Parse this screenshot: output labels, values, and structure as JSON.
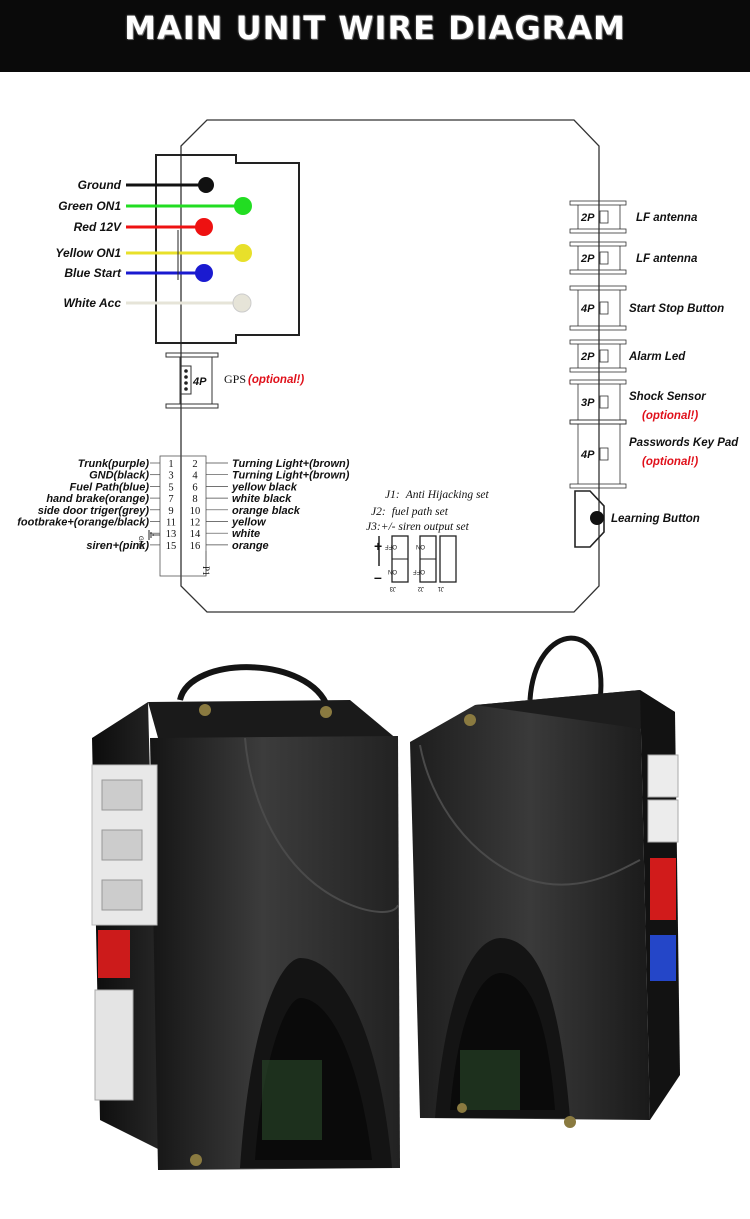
{
  "header": {
    "title": "MAIN UNIT WIRE DIAGRAM"
  },
  "colors": {
    "header_bg": "#0a0a0a",
    "optional_text": "#e0101a"
  },
  "main_connector": {
    "wires": [
      {
        "label": "Ground",
        "color": "#111111"
      },
      {
        "label": "Green ON1",
        "color": "#22dd22"
      },
      {
        "label": "Red 12V",
        "color": "#ee1111"
      },
      {
        "label": "Yellow ON1",
        "color": "#e8e02a"
      },
      {
        "label": "Blue Start",
        "color": "#1a1ad0"
      },
      {
        "label": "White Acc",
        "color": "#e6e4d8"
      }
    ]
  },
  "gps": {
    "pins": "4P",
    "label": "GPS",
    "optional": "(optional!)"
  },
  "right_ports": [
    {
      "pins": "2P",
      "label": "LF antenna",
      "optional": ""
    },
    {
      "pins": "2P",
      "label": "LF antenna",
      "optional": ""
    },
    {
      "pins": "4P",
      "label": "Start Stop Button",
      "optional": ""
    },
    {
      "pins": "2P",
      "label": "Alarm Led",
      "optional": ""
    },
    {
      "pins": "3P",
      "label": "Shock Sensor",
      "optional": "(optional!)"
    },
    {
      "pins": "4P",
      "label": "Passwords Key Pad",
      "optional": "(optional!)"
    }
  ],
  "learning_button": "Learning Button",
  "p1": {
    "name": "P1",
    "gnd_mark": "GND",
    "left": [
      {
        "label": "Trunk(purple)",
        "num": "1"
      },
      {
        "label": "GND(black)",
        "num": "3"
      },
      {
        "label": "Fuel Path(blue)",
        "num": "5"
      },
      {
        "label": "hand brake(orange)",
        "num": "7"
      },
      {
        "label": "side door triger(grey)",
        "num": "9"
      },
      {
        "label": "footbrake+(orange/black)",
        "num": "11"
      },
      {
        "label": "",
        "num": "13"
      },
      {
        "label": "siren+(pink)",
        "num": "15"
      }
    ],
    "right": [
      {
        "label": "Turning Light+(brown)",
        "num": "2"
      },
      {
        "label": "Turning Light+(brown)",
        "num": "4"
      },
      {
        "label": "yellow black",
        "num": "6"
      },
      {
        "label": "white black",
        "num": "8"
      },
      {
        "label": "orange black",
        "num": "10"
      },
      {
        "label": "yellow",
        "num": "12"
      },
      {
        "label": "white",
        "num": "14"
      },
      {
        "label": "orange",
        "num": "16"
      }
    ]
  },
  "jumpers": {
    "notes": [
      {
        "key": "J1:",
        "text": "Anti Hijacking set"
      },
      {
        "key": "J2:",
        "text": "fuel path set"
      },
      {
        "key": "J3:",
        "text": "+/- siren output set"
      }
    ],
    "plus": "+",
    "minus": "–",
    "j3": {
      "name": "J3",
      "top": "OFF",
      "bottom": "ON"
    },
    "j2": {
      "name": "J2",
      "top": "ON",
      "bottom": "OFF"
    },
    "j1": {
      "name": "J1"
    }
  },
  "product_photo": {
    "description_icon": "product-photo"
  }
}
